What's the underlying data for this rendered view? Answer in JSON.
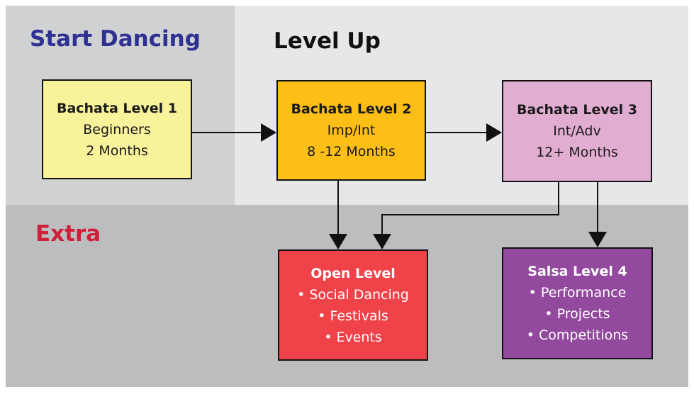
{
  "regions": {
    "start": {
      "title": "Start Dancing",
      "color": "#2e3192"
    },
    "level_up": {
      "title": "Level Up",
      "color": "#111111"
    },
    "extra": {
      "title": "Extra",
      "color": "#cf1f3a"
    }
  },
  "nodes": {
    "bachata_level_1": {
      "title": "Bachata Level 1",
      "lines": [
        "Beginners",
        "2 Months"
      ],
      "color": "#f8f29b"
    },
    "bachata_level_2": {
      "title": "Bachata Level 2",
      "lines": [
        "Imp/Int",
        "8 -12 Months"
      ],
      "color": "#fdbf16"
    },
    "bachata_level_3": {
      "title": "Bachata Level 3",
      "lines": [
        "Int/Adv",
        "12+ Months"
      ],
      "color": "#e1aed2"
    },
    "open_level": {
      "title": "Open Level",
      "lines": [
        "• Social Dancing",
        "• Festivals",
        "• Events"
      ],
      "color": "#ef4249"
    },
    "salsa_level_4": {
      "title": "Salsa Level 4",
      "lines": [
        "• Performance",
        "• Projects",
        "• Competitions"
      ],
      "color": "#934a9e"
    }
  },
  "edges": [
    {
      "from": "bachata_level_1",
      "to": "bachata_level_2"
    },
    {
      "from": "bachata_level_2",
      "to": "bachata_level_3"
    },
    {
      "from": "bachata_level_2",
      "to": "open_level"
    },
    {
      "from": "bachata_level_3",
      "to": "open_level"
    },
    {
      "from": "bachata_level_3",
      "to": "salsa_level_4"
    }
  ]
}
